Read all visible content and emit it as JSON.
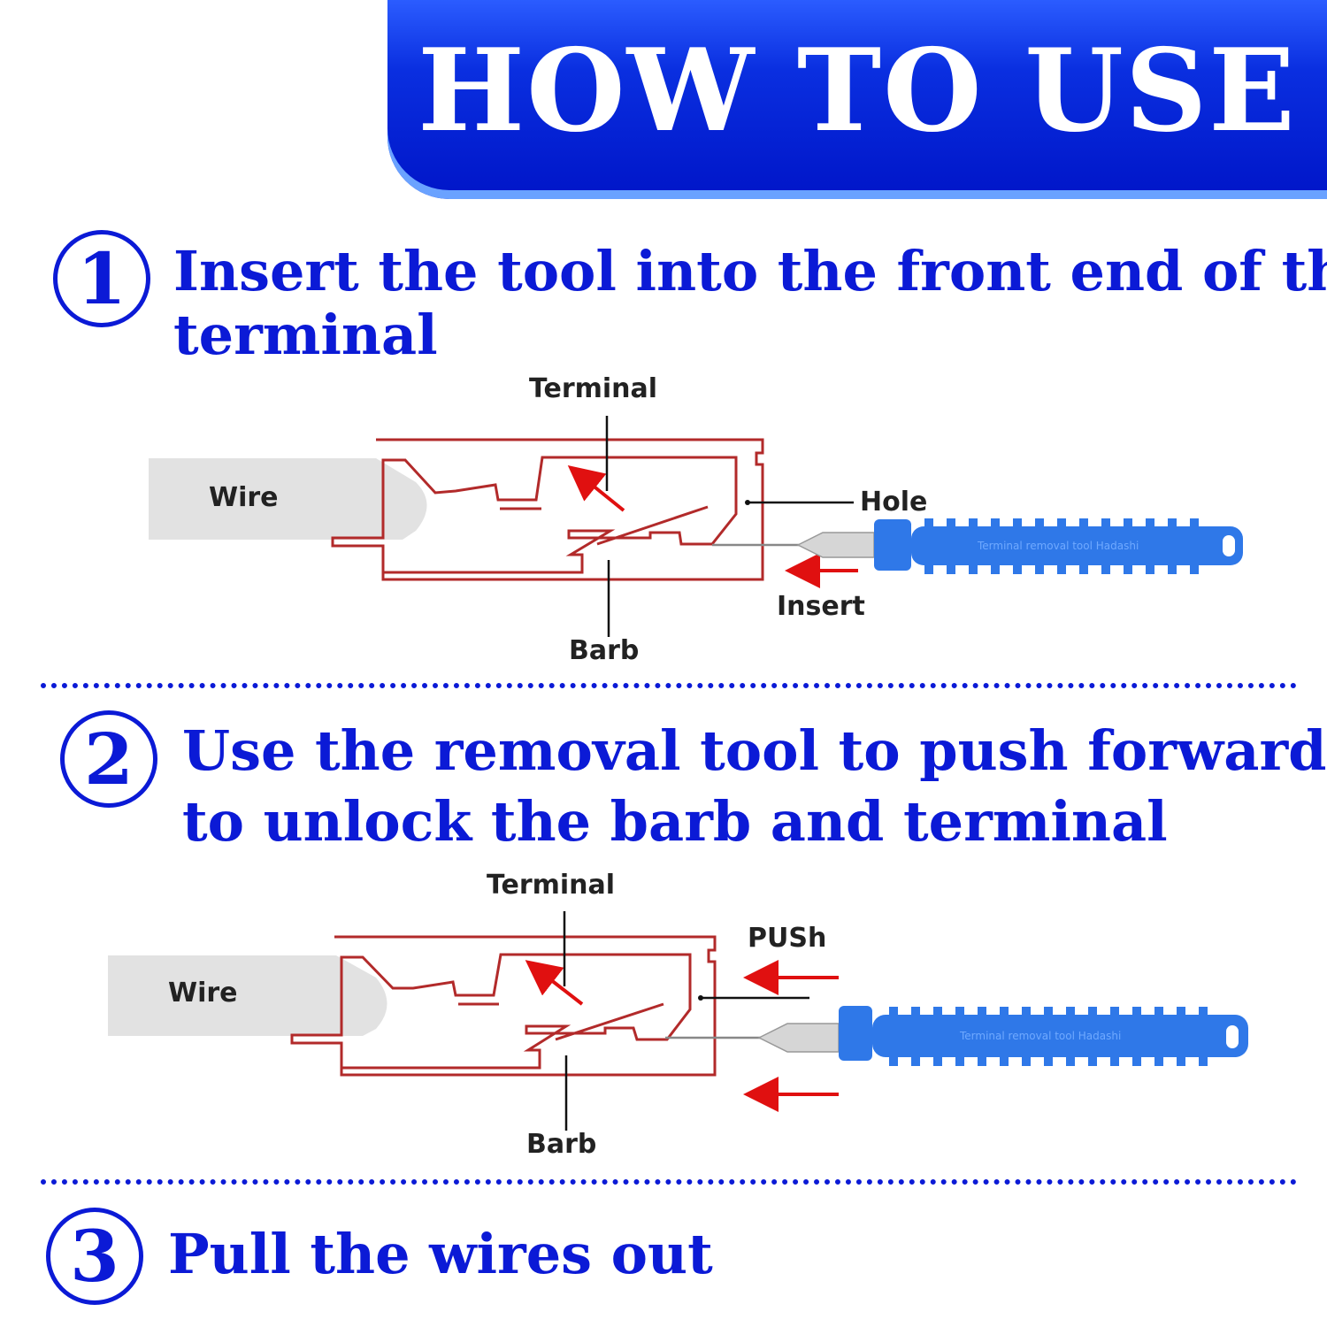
{
  "header": {
    "title": "HOW TO USE"
  },
  "steps": [
    {
      "number": "1",
      "text_line1": "Insert the tool into the front end of the",
      "text_line2": "terminal"
    },
    {
      "number": "2",
      "text_line1": "Use the removal tool to push forward",
      "text_line2": "to unlock the barb and terminal"
    },
    {
      "number": "3",
      "text_line1": "Pull the wires out"
    }
  ],
  "diagram1": {
    "terminal": "Terminal",
    "wire": "Wire",
    "hole": "Hole",
    "insert": "Insert",
    "barb": "Barb",
    "tool_text": "Terminal removal tool  Hadashi"
  },
  "diagram2": {
    "terminal": "Terminal",
    "wire": "Wire",
    "push": "PUSh",
    "barb": "Barb",
    "tool_text": "Terminal removal tool  Hadashi"
  },
  "colors": {
    "brand_blue": "#0b1ad6",
    "outline_red": "#b22a2a",
    "arrow_red": "#e01010",
    "tool_blue": "#2f78e8",
    "wire_gray": "#e2e2e2"
  }
}
